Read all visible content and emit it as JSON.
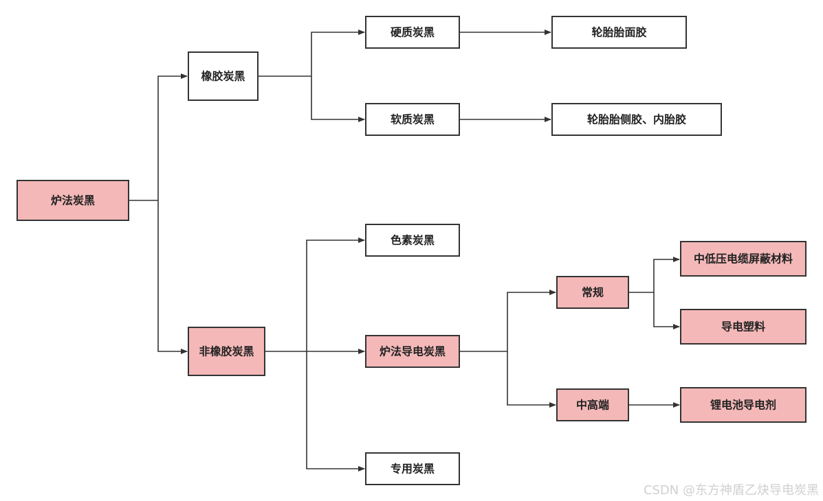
{
  "colors": {
    "plain": "#ffffff",
    "highlight": "#f4b8b8",
    "stroke": "#333333"
  },
  "nodes": {
    "furnace_cb": {
      "label": "炉法炭黑",
      "highlight": true
    },
    "rubber_cb": {
      "label": "橡胶炭黑",
      "highlight": false
    },
    "non_rubber_cb": {
      "label": "非橡胶炭黑",
      "highlight": true
    },
    "hard_cb": {
      "label": "硬质炭黑",
      "highlight": false
    },
    "soft_cb": {
      "label": "软质炭黑",
      "highlight": false
    },
    "tire_tread": {
      "label": "轮胎胎面胶",
      "highlight": false
    },
    "tire_side": {
      "label": "轮胎胎侧胶、内胎胶",
      "highlight": false
    },
    "pigment_cb": {
      "label": "色素炭黑",
      "highlight": false
    },
    "furnace_conductive_cb": {
      "label": "炉法导电炭黑",
      "highlight": true
    },
    "special_cb": {
      "label": "专用炭黑",
      "highlight": false
    },
    "regular": {
      "label": "常规",
      "highlight": true
    },
    "mid_high_end": {
      "label": "中高端",
      "highlight": true
    },
    "cable_shield": {
      "label": "中低压电缆屏蔽材料",
      "highlight": true
    },
    "conductive_plastic": {
      "label": "导电塑料",
      "highlight": true
    },
    "li_battery_agent": {
      "label": "锂电池导电剂",
      "highlight": true
    }
  },
  "watermark": "CSDN @东方神盾乙炔导电炭黑"
}
